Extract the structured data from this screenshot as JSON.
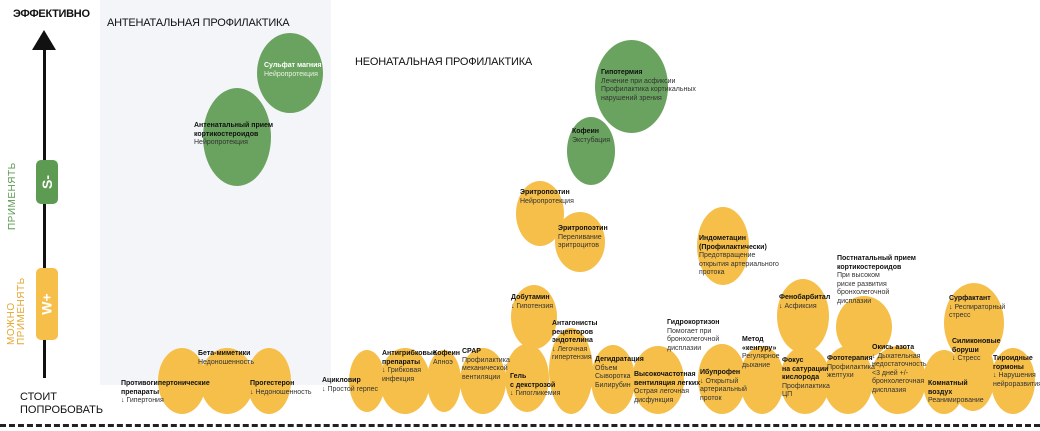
{
  "axis": {
    "top": "ЭФФЕКТИВНО",
    "bottom_line1": "СТОИТ",
    "bottom_line2": "ПОПРОБОВАТЬ",
    "apply": "ПРИМЕНЯТЬ",
    "may_apply_line1": "МОЖНО",
    "may_apply_line2": "ПРИМЕНЯТЬ",
    "badge_s": "S-",
    "badge_w": "W+"
  },
  "sections": {
    "antenatal": "АНТЕНАТАЛЬНАЯ ПРОФИЛАКТИКА",
    "neonatal": "НЕОНАТАЛЬНАЯ ПРОФИЛАКТИКА"
  },
  "colors": {
    "green": "#6aa35f",
    "yellow": "#f5bf4a"
  },
  "items": [
    {
      "id": "magnesium",
      "lines": [
        "Сульфат магния"
      ],
      "sub": [
        "Нейропротекция"
      ]
    },
    {
      "id": "antenatal-steroids",
      "lines": [
        "Антенатальный прием",
        "кортикостероидов"
      ],
      "sub": [
        "Нейропротекция"
      ]
    },
    {
      "id": "hypothermia",
      "lines": [
        "Гипотермия"
      ],
      "sub": [
        "Лечение при асфиксии",
        "Профилактика кортикальных",
        "нарушений зрения"
      ]
    },
    {
      "id": "caffeine-green",
      "lines": [
        "Кофеин"
      ],
      "sub": [
        "Экстубация"
      ]
    },
    {
      "id": "epo-1",
      "lines": [
        "Эритропоэтин"
      ],
      "sub": [
        "Нейропротекция"
      ]
    },
    {
      "id": "epo-2",
      "lines": [
        "Эритропоэтин"
      ],
      "sub": [
        "Переливание",
        "эритроцитов"
      ]
    },
    {
      "id": "indomethacin",
      "lines": [
        "Индометацин",
        "(Профилактически)"
      ],
      "sub": [
        "Предотвращение",
        "открытия артериального",
        "протока"
      ]
    },
    {
      "id": "postnatal-steroids",
      "lines": [
        "Постнатальный прием",
        "кортикостероидов"
      ],
      "sub": [
        "При высоком",
        "риске развития",
        "бронхолегочной",
        "дисплазии"
      ]
    },
    {
      "id": "phenobarbital",
      "lines": [
        "Фенобарбитал"
      ],
      "sub": [
        "↓ Асфиксия"
      ]
    },
    {
      "id": "surfactant",
      "lines": [
        "Сурфактант"
      ],
      "sub": [
        "↓ Респираторный",
        "стресс"
      ]
    },
    {
      "id": "dobutamine",
      "lines": [
        "Добутамин"
      ],
      "sub": [
        "↓ Гипотензия"
      ]
    },
    {
      "id": "endothelin",
      "lines": [
        "Антагонисты",
        "рецепторов",
        "эндотелина"
      ],
      "sub": [
        "↓ Легочная",
        "гипертензия"
      ]
    },
    {
      "id": "hydrocortisone",
      "lines": [
        "Гидрокортизон"
      ],
      "sub": [
        "Помогает при",
        "бронхолегочной",
        "дисплазии"
      ]
    },
    {
      "id": "kangaroo",
      "lines": [
        "Метод",
        "«кенгуру»"
      ],
      "sub": [
        "Регулярное",
        "дыхание"
      ]
    },
    {
      "id": "antihypertensive",
      "lines": [
        "Противогипертонические",
        "препараты"
      ],
      "sub": [
        "↓ Гипертония"
      ]
    },
    {
      "id": "beta-mimetics",
      "lines": [
        "Бета-миметики"
      ],
      "sub": [
        "Недоношенность"
      ]
    },
    {
      "id": "progesterone",
      "lines": [
        "Прогестерон"
      ],
      "sub": [
        "↓ Недоношенность"
      ]
    },
    {
      "id": "acyclovir",
      "lines": [
        "Ацикловир"
      ],
      "sub": [
        "↓ Простой герпес"
      ]
    },
    {
      "id": "antifungal",
      "lines": [
        "Антигрибковые",
        "препараты"
      ],
      "sub": [
        "↓ Грибковая",
        "инфекция"
      ]
    },
    {
      "id": "caffeine-yellow",
      "lines": [
        "Кофеин"
      ],
      "sub": [
        "Апноэ"
      ]
    },
    {
      "id": "cpap",
      "lines": [
        "CPAP"
      ],
      "sub": [
        "Профилактика",
        "механической",
        "вентиляции"
      ]
    },
    {
      "id": "dextrose-gel",
      "lines": [
        "Гель",
        "с декстрозой"
      ],
      "sub": [
        "↓ Гипогликемия"
      ]
    },
    {
      "id": "dehydration",
      "lines": [
        "Дегидратация"
      ],
      "sub": [
        "Объем",
        "Сыворотка",
        "Билирубин"
      ]
    },
    {
      "id": "hfv",
      "lines": [
        "Высокочастотная",
        "вентиляция легких"
      ],
      "sub": [
        "Острая легочная",
        "дисфункция"
      ]
    },
    {
      "id": "ibuprofen",
      "lines": [
        "Ибупрофен"
      ],
      "sub": [
        "↓ Открытый",
        "артериальный",
        "проток"
      ]
    },
    {
      "id": "o2-focus",
      "lines": [
        "Фокус",
        "на сатурации",
        "кислорода"
      ],
      "sub": [
        "Профилактика",
        "ЦП"
      ]
    },
    {
      "id": "phototherapy",
      "lines": [
        "Фототерапия"
      ],
      "sub": [
        "Профилактика",
        "желтухи"
      ]
    },
    {
      "id": "nitric-oxide",
      "lines": [
        "Окись азота"
      ],
      "sub": [
        "↓ Дыхательная",
        "недостаточность",
        "<3 дней +/-",
        "бронхолегочная",
        "дисплазия"
      ]
    },
    {
      "id": "room-air",
      "lines": [
        "Комнатный",
        "воздух"
      ],
      "sub": [
        "Реанимирование"
      ]
    },
    {
      "id": "silicone-bags",
      "lines": [
        "Силиконовые",
        "боруши"
      ],
      "sub": [
        "↓ Стресс"
      ]
    },
    {
      "id": "thyroid",
      "lines": [
        "Тироидные",
        "гормоны"
      ],
      "sub": [
        "↓ Нарушения",
        "нейроразвития"
      ]
    }
  ]
}
